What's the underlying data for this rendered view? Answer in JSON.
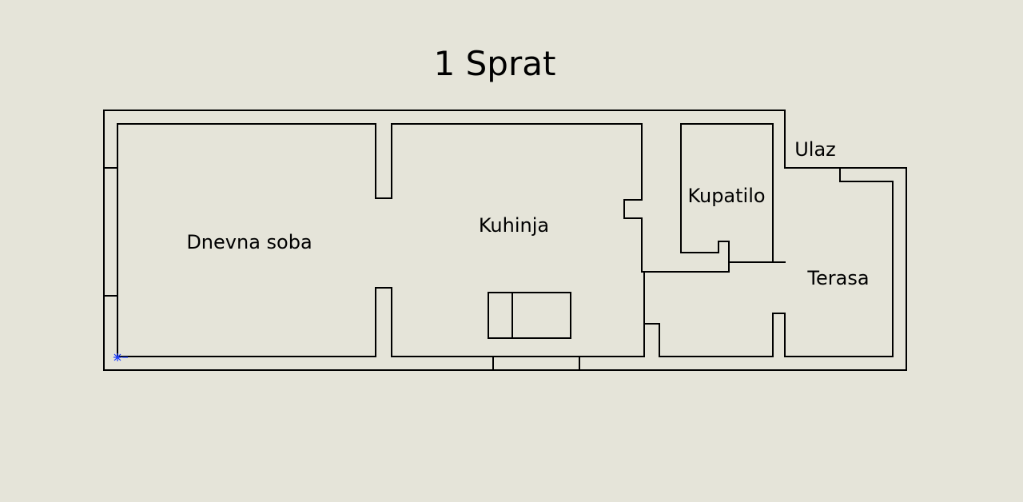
{
  "plan": {
    "title": "1 Sprat",
    "rooms": {
      "living_room": "Dnevna soba",
      "kitchen": "Kuhinja",
      "bathroom": "Kupatilo",
      "entrance": "Ulaz",
      "terrace": "Terasa"
    }
  },
  "colors": {
    "background": "#e5e4d9",
    "wall": "#000000",
    "origin_marker": "#1a3cff"
  }
}
